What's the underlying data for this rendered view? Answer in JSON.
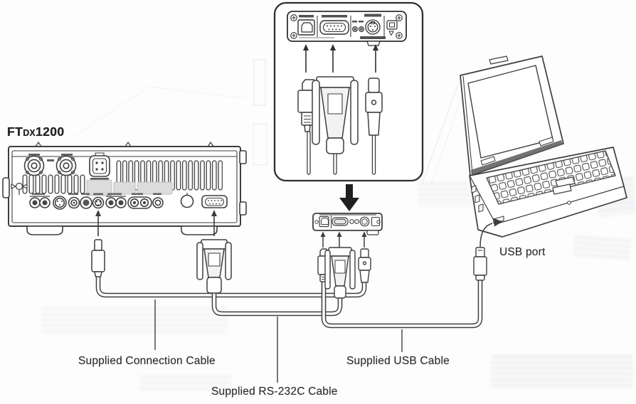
{
  "model_label": {
    "prefix": "FT",
    "dx": "DX",
    "number": "1200"
  },
  "captions": {
    "connection_cable": "Supplied Connection Cable",
    "rs232c_cable": "Supplied RS-232C Cable",
    "usb_cable": "Supplied USB Cable",
    "usb_port": "USB port"
  },
  "colors": {
    "ink": "#3e3e3e",
    "arrow_fill": "#1f1f1f",
    "inset_border": "#2f2f2f"
  }
}
